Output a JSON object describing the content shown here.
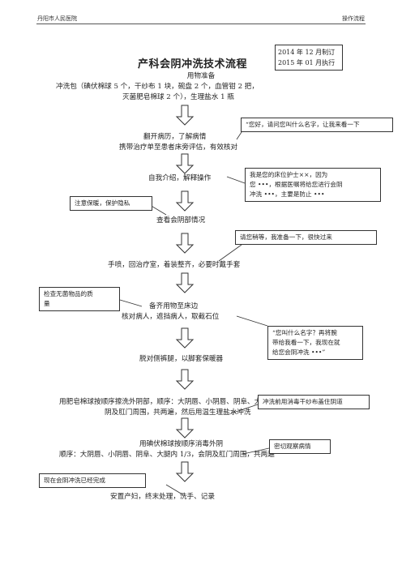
{
  "header": {
    "left": "丹阳市人民医院",
    "right": "操作流程"
  },
  "title": "产科会阴冲洗技术流程",
  "dates": {
    "line1": "2014 年 12 月制订",
    "line2": "2015 年 01 月执行"
  },
  "steps": {
    "s1a": "用物准备",
    "s1b": "冲洗包（碘伏棉球 5 个，干纱布 1 块，碗盘 2 个，血管钳 2 把，",
    "s1c": "灭菌肥皂棉球 2 个），生理盐水 1 瓶",
    "s2a": "翻开病历，了解病情",
    "s2b": "携带治疗单至患者床旁评估，有效核对",
    "s3": "自我介绍，解释操作",
    "s4": "查看会阴部情况",
    "s5": "手喷，回治疗室，着装整齐，必要时戴手套",
    "s6a": "备齐用物至床边",
    "s6b": "核对病人，遮挡病人，取截石位",
    "s7": "脱对侧裤腿，以脚套保暖器",
    "s8a": "用肥皂棉球按顺序擦洗外阴部，顺序：大阴唇、小阴唇、阴阜、大腿内 1/3，会",
    "s8b": "阴及肛门周围，共两遍，然后用温生理盐水冲洗",
    "s9a": "用碘伏棉球按顺序消毒外阴",
    "s9b": "顺序：大阴唇、小阴唇、阴阜、大腿内 1/3，会阴及肛门周围，共两遍",
    "s10": "安置产妇，终末处理，洗手、记录"
  },
  "notes": {
    "n1": "“您好，请问您叫什么名字，让我来看一下",
    "n2a": "我是您的床位护士××，因为",
    "n2b": "您 •••，根据医嘱将给您进行会阴",
    "n2c": "冲洗 •••，主要是防止 •••",
    "n3": "注意保暖，保护隐私",
    "n4": "请您稍等，我准备一下，很快过来",
    "n5a": "检查无菌物品的质",
    "n5b": "量",
    "n6a": "“您叫什么名字？再将腕",
    "n6b": "带给我看一下，我现在就",
    "n6c": "给您会阴冲洗 •••”",
    "n7": "冲洗前用消毒干纱布盖住阴道",
    "n8": "密切观察病情",
    "n9": "现在会阴冲洗已经完成"
  }
}
